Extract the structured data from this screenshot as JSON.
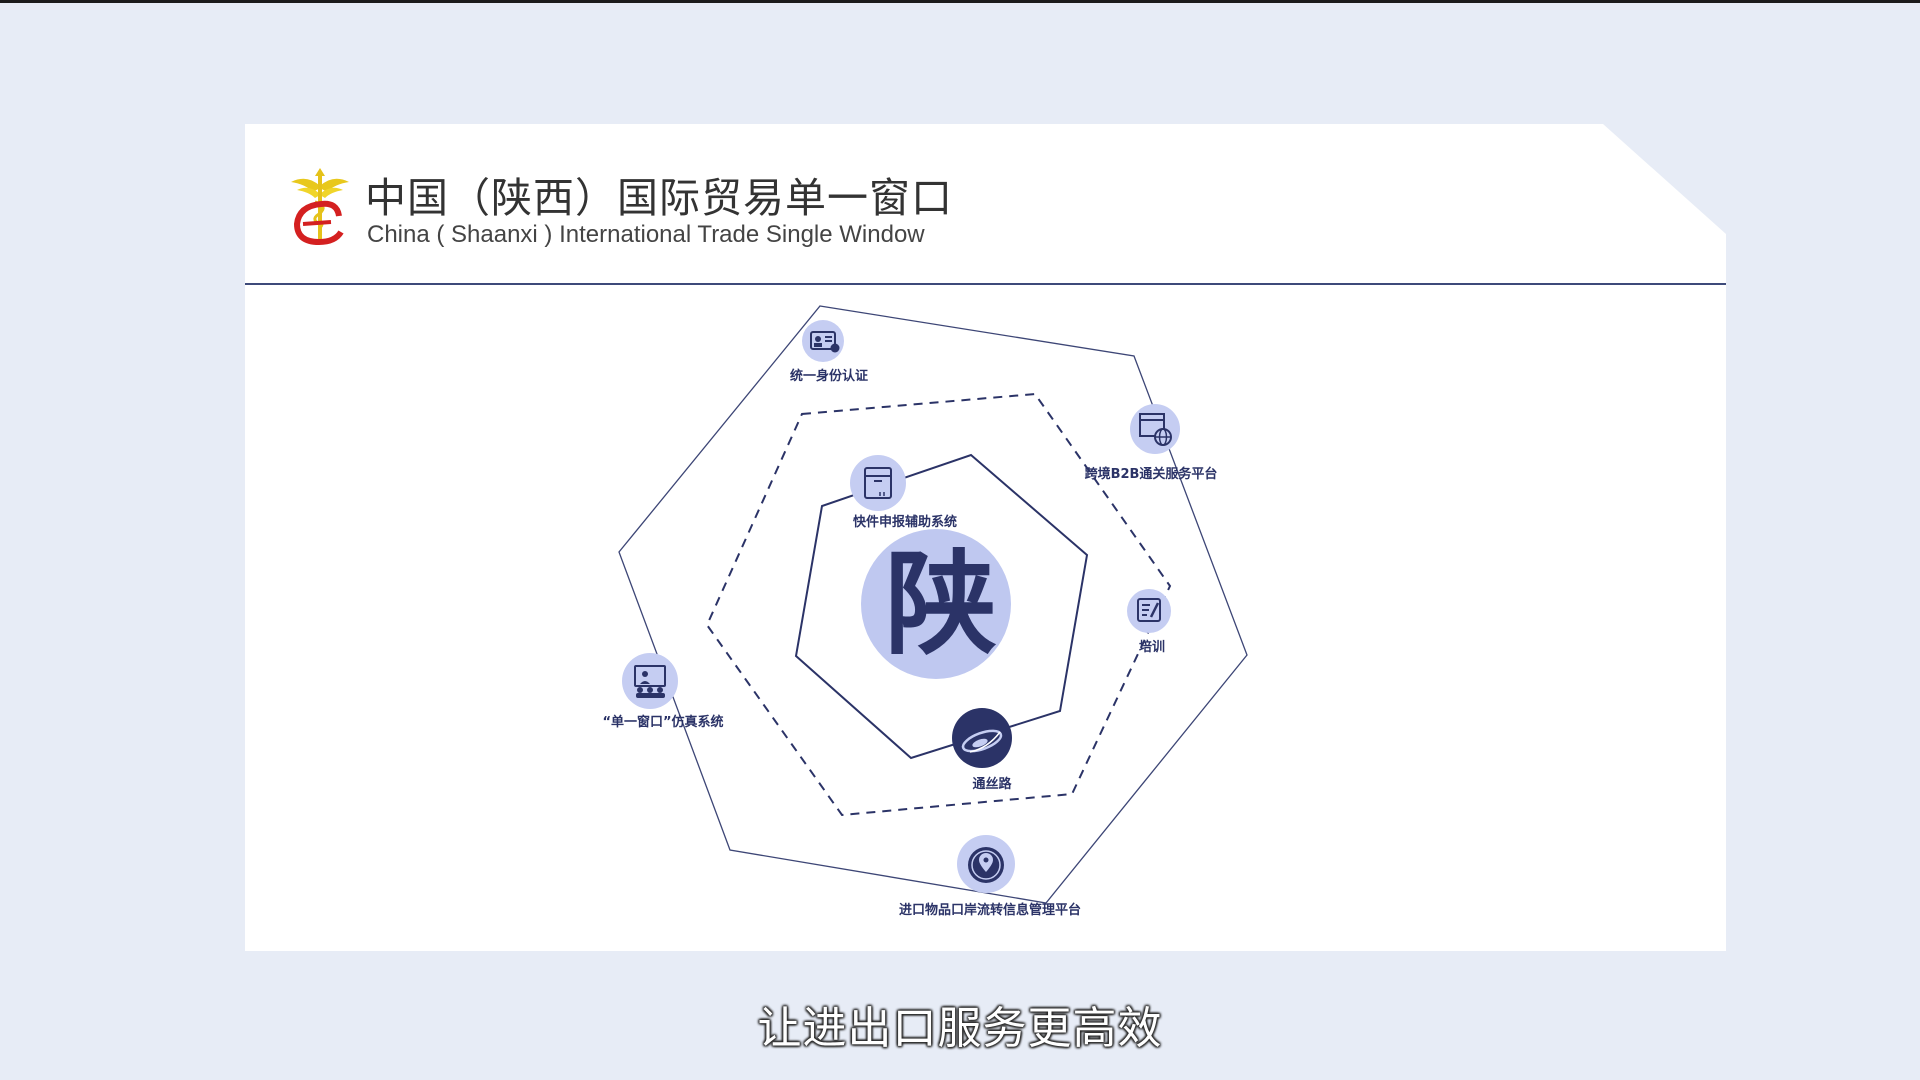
{
  "header": {
    "title_cn": "中国（陕西）国际贸易单一窗口",
    "title_en": "China ( Shaanxi ) International Trade Single Window"
  },
  "diagram": {
    "center_char": "陕",
    "nodes": [
      {
        "label": "统一身份认证",
        "icon": "id-card-icon"
      },
      {
        "label": "跨境B2B通关服务平台",
        "icon": "globe-box-icon"
      },
      {
        "label": "快件申报辅助系统",
        "icon": "parcel-box-icon"
      },
      {
        "label": "培训",
        "icon": "document-edit-icon"
      },
      {
        "label": "“单一窗口”仿真系统",
        "icon": "presentation-icon"
      },
      {
        "label": "通丝路",
        "icon": "silk-road-icon"
      },
      {
        "label": "进口物品口岸流转信息管理平台",
        "icon": "location-pin-icon"
      }
    ]
  },
  "subtitle": "让进出口服务更高效",
  "colors": {
    "navy": "#2b3367",
    "node_fill": "#c5cdf2",
    "background": "#e7ecf6"
  }
}
